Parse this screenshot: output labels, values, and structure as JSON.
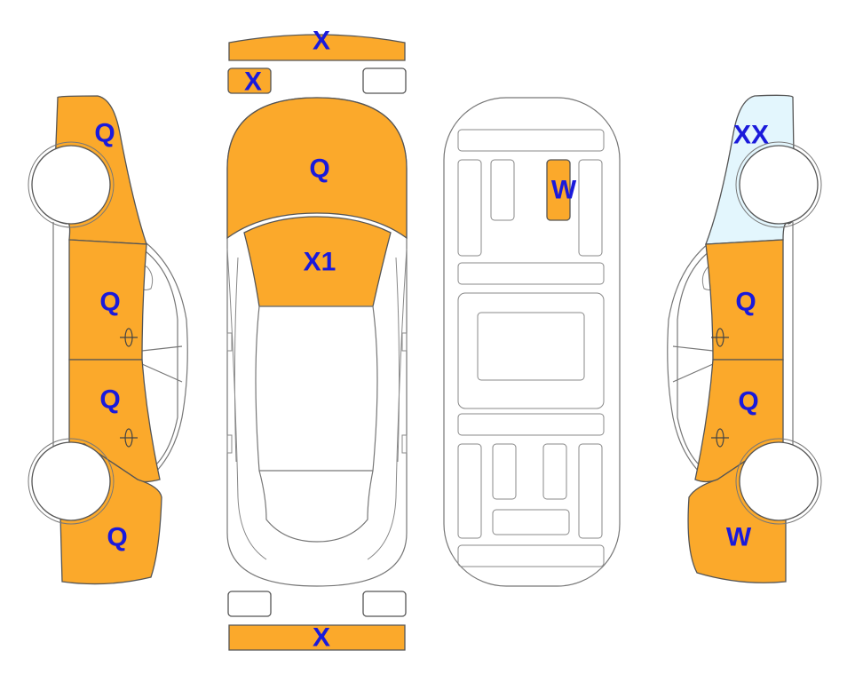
{
  "colors": {
    "damaged": "#FBA92B",
    "highlight_light": "#E3F6FD",
    "normal": "#FFFFFF",
    "outline": "#555555",
    "label": "#1A1ADB"
  },
  "labels": {
    "front_bumper": "X",
    "front_left_lamp": "X",
    "hood": "Q",
    "windshield": "X1",
    "rear_bumper": "X",
    "roof_panel": "W",
    "left_front_fender": "Q",
    "left_front_door": "Q",
    "left_rear_door": "Q",
    "left_rear_quarter": "Q",
    "right_front_fender": "XX",
    "right_front_door": "Q",
    "right_rear_door": "Q",
    "right_rear_quarter": "W"
  }
}
